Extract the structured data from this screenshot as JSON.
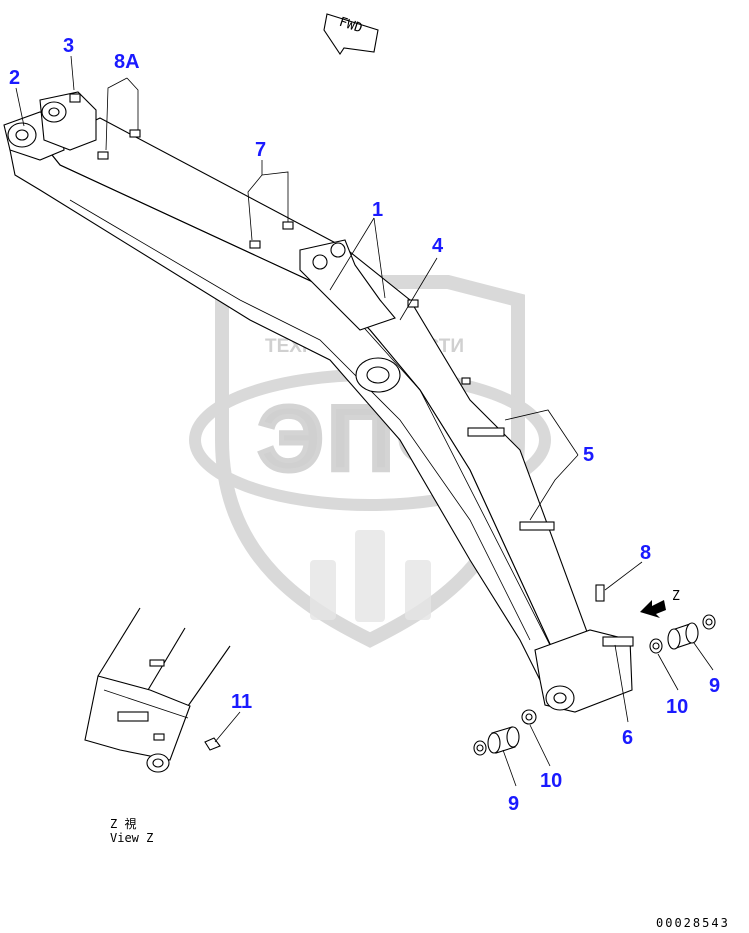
{
  "watermark": {
    "brand_text": "ТЕХНИКА ЗАПЧАСТИ",
    "logo_letters": "ЭПФ"
  },
  "direction_marker": {
    "label": "FWD"
  },
  "callouts": [
    {
      "id": "c1",
      "label": "1"
    },
    {
      "id": "c2",
      "label": "2"
    },
    {
      "id": "c3",
      "label": "3"
    },
    {
      "id": "c4",
      "label": "4"
    },
    {
      "id": "c5",
      "label": "5"
    },
    {
      "id": "c6",
      "label": "6"
    },
    {
      "id": "c7",
      "label": "7"
    },
    {
      "id": "c8",
      "label": "8"
    },
    {
      "id": "c8a",
      "label": "8A"
    },
    {
      "id": "c9a",
      "label": "9"
    },
    {
      "id": "c9b",
      "label": "9"
    },
    {
      "id": "c10a",
      "label": "10"
    },
    {
      "id": "c10b",
      "label": "10"
    },
    {
      "id": "c11",
      "label": "11"
    }
  ],
  "view_arrow_label": "Z",
  "inset": {
    "caption_jp": "Z  視",
    "caption_en": "View Z"
  },
  "drawing_number": "00028543",
  "colors": {
    "callout": "#1a1aff",
    "line": "#000000",
    "watermark": "#d9d9d9"
  }
}
